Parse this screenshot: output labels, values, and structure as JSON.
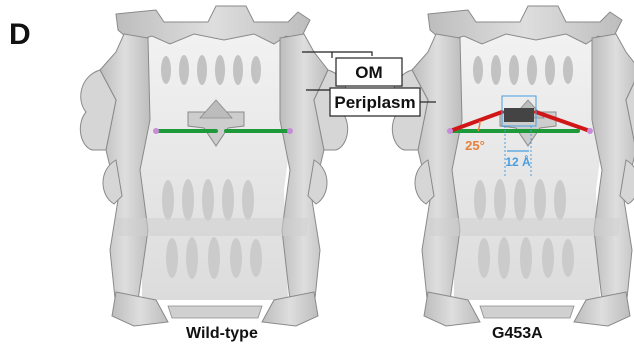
{
  "panel_label": "D",
  "layers": {
    "outer": "OM",
    "inner": "Periplasm"
  },
  "structures": [
    {
      "caption": "Wild-type"
    },
    {
      "caption": "G453A",
      "angle_label": "25°",
      "distance_label": "12 Å"
    }
  ],
  "colors": {
    "density": "#d2d2d2",
    "density_edge": "#8a8a8a",
    "interior": "#e9e9e9",
    "wildtype_line": "#1f9a3a",
    "mutant_line": "#d01616",
    "angle_text": "#e8803a",
    "distance_marker": "#4a9ee0",
    "pivot": "#c98ad8"
  }
}
